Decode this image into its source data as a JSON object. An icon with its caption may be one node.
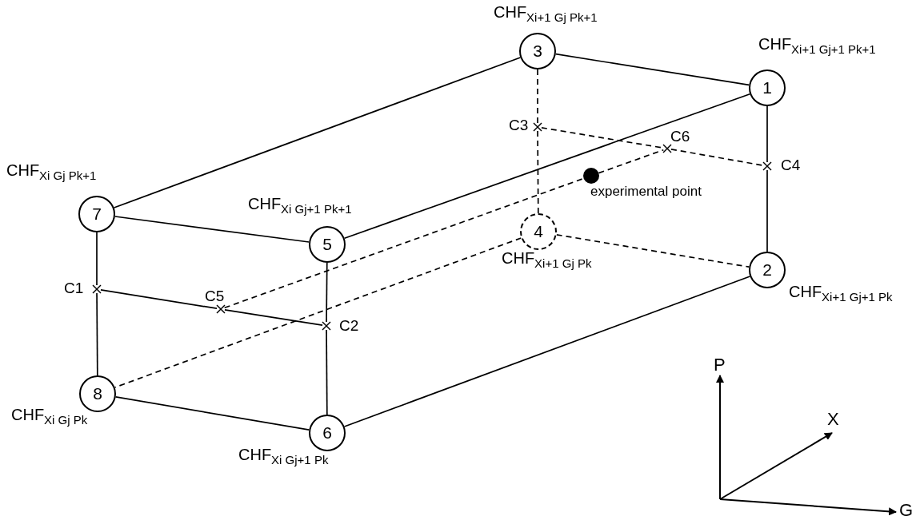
{
  "diagram": {
    "nodes": [
      {
        "text": [
          "3"
        ],
        "beside": [
          "CHF$_{Xi+1 Gj Pk+1}$"
        ]
      },
      {
        "text": [
          "1"
        ],
        "beside": [
          "CHF$_{Xi+1 Gj+1 Pk+1}$"
        ]
      },
      {
        "text": [
          "C3"
        ]
      },
      {
        "text": [
          "C6"
        ]
      },
      {
        "text": [
          "C4"
        ]
      },
      {
        "text": [],
        "shape": "circle",
        "beside": [
          "experimental point"
        ]
      },
      {
        "text": [
          "7"
        ],
        "beside": [
          "CHF$_{Xi Gj Pk+1}$"
        ]
      },
      {
        "text": [
          "5"
        ],
        "beside": [
          "CHF$_{Xi Gj+1 Pk+1}$"
        ]
      },
      {
        "text": [
          "4"
        ],
        "beside": [
          "CHF$_{Xi+1 Gj Pk}$"
        ]
      },
      {
        "text": [
          "2"
        ],
        "beside": [
          "CHF$_{Xi+1 Gj+1 Pk}$"
        ]
      },
      {
        "text": [
          "C1"
        ]
      },
      {
        "text": [
          "C5"
        ]
      },
      {
        "text": [
          "C2"
        ]
      },
      {
        "text": [
          "8"
        ],
        "beside": [
          "CHF$_{Xi Gj Pk}$"
        ]
      },
      {
        "text": [
          "6"
        ],
        "beside": [
          "CHF$_{Xi Gj+1 Pk}$"
        ]
      }
    ],
    "edges": [
      {
        "from": 0,
        "to": 1,
        "arrow": "none"
      },
      {
        "from": 0,
        "to": 6,
        "arrow": "none"
      },
      {
        "from": 6,
        "to": 7,
        "arrow": "none"
      },
      {
        "from": 7,
        "to": 1,
        "arrow": "none"
      },
      {
        "from": 1,
        "to": 4,
        "arrow": "none"
      },
      {
        "from": 4,
        "to": 9,
        "arrow": "none"
      },
      {
        "from": 9,
        "to": 14,
        "arrow": "none"
      },
      {
        "from": 14,
        "to": 13,
        "arrow": "none"
      },
      {
        "from": 13,
        "to": 10,
        "arrow": "none"
      },
      {
        "from": 10,
        "to": 6,
        "arrow": "none"
      },
      {
        "from": 7,
        "to": 12,
        "arrow": "none"
      },
      {
        "from": 12,
        "to": 14,
        "arrow": "none"
      },
      {
        "from": 10,
        "to": 11,
        "arrow": "none"
      },
      {
        "from": 11,
        "to": 12,
        "arrow": "none"
      },
      {
        "from": 0,
        "to": 2,
        "arrow": "none",
        "style": "dashed"
      },
      {
        "from": 2,
        "to": 8,
        "arrow": "none",
        "style": "dashed"
      },
      {
        "from": 2,
        "to": 3,
        "arrow": "none",
        "style": "dashed"
      },
      {
        "from": 3,
        "to": 4,
        "arrow": "none",
        "style": "dashed"
      },
      {
        "from": 8,
        "to": 9,
        "arrow": "none",
        "style": "dashed"
      },
      {
        "from": 8,
        "to": 13,
        "arrow": "none",
        "style": "dashed"
      },
      {
        "from": 11,
        "to": 5,
        "arrow": "none",
        "style": "dashed"
      },
      {
        "from": 5,
        "to": 3,
        "arrow": "none",
        "style": "dashed"
      }
    ],
    "labels": [
      "P",
      "X",
      "G"
    ]
  }
}
